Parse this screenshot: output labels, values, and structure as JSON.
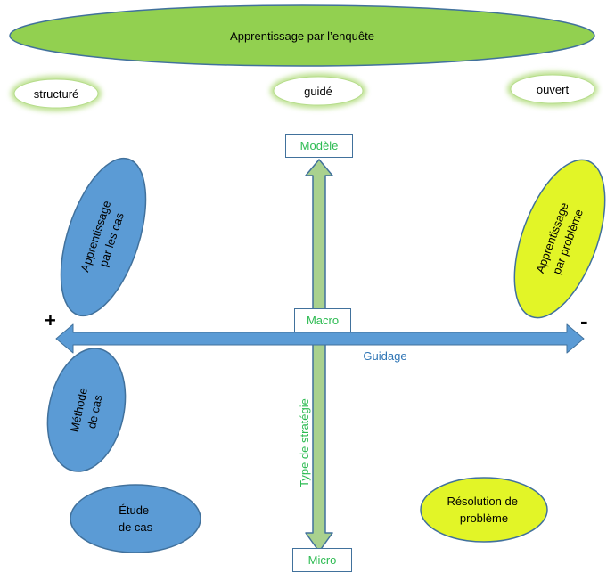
{
  "title": "Apprentissage par l’enquête",
  "levels": [
    "structuré",
    "guidé",
    "ouvert"
  ],
  "vertical_axis": {
    "label": "Type de stratégie",
    "top": "Modèle",
    "middle": "Macro",
    "bottom": "Micro"
  },
  "horizontal_axis": {
    "label": "Guidage",
    "left_sign": "+",
    "right_sign": "-"
  },
  "strategies": {
    "case_learning": [
      "Apprentissage",
      "par les cas"
    ],
    "problem_learning": [
      "Apprentissage",
      "par problème"
    ],
    "case_method": [
      "Méthode",
      "de cas"
    ],
    "case_study": [
      "Étude",
      "de cas"
    ],
    "problem_solving": [
      "Résolution de",
      "problème"
    ]
  },
  "colors": {
    "green": "#92d050",
    "yellow": "#e2f527",
    "blue": "#5b9bd5",
    "blue_border": "#41719c",
    "axis_text_green": "#2dbb52",
    "axis_text_blue": "#2f75b5"
  }
}
